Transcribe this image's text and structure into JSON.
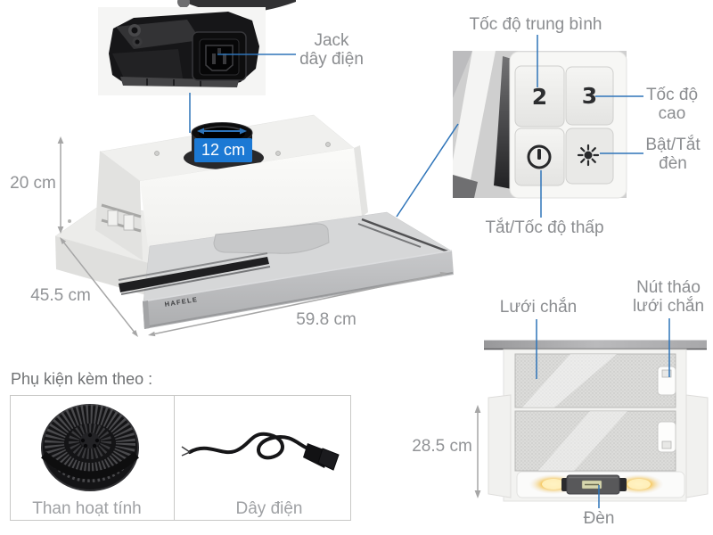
{
  "diagram": {
    "brand": "HAFELE",
    "dims": {
      "height": "20 cm",
      "depth": "45.5 cm",
      "width": "59.8 cm",
      "duct": "12 cm",
      "front_height": "28.5 cm"
    },
    "jack": {
      "line1": "Jack",
      "line2": "dây điện"
    },
    "panel": {
      "medium": "Tốc độ trung bình",
      "high1": "Tốc độ",
      "high2": "cao",
      "light1": "Bật/Tắt",
      "light2": "đèn",
      "low": "Tắt/Tốc độ thấp",
      "btn2": "2",
      "btn3": "3"
    },
    "front": {
      "mesh": "Lưới chắn",
      "release1": "Nút tháo",
      "release2": "lưới chắn",
      "lamp": "Đèn"
    },
    "accessories": {
      "heading": "Phụ kiện kèm theo :",
      "item1": "Than hoạt tính",
      "item2": "Dây điện"
    },
    "colors": {
      "accent_line": "#2e74b9",
      "badge": "#1c79d4",
      "label": "#8b8d90"
    }
  }
}
